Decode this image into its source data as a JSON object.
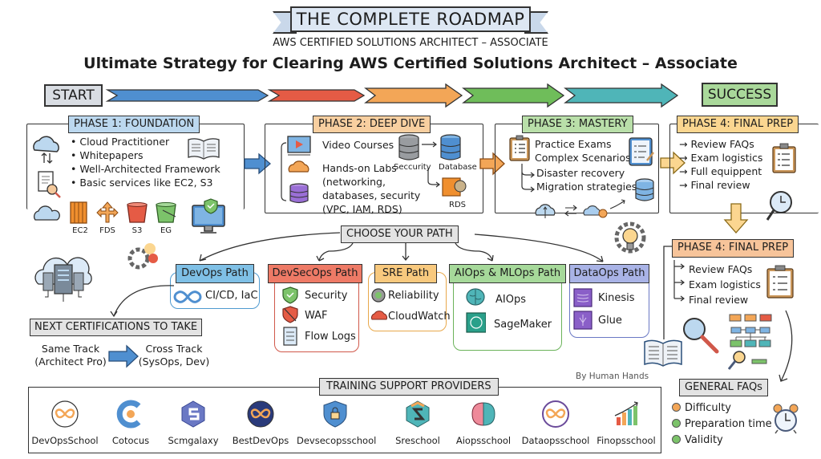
{
  "header": {
    "banner_title": "THE COMPLETE ROADMAP",
    "subtitle": "AWS CERTIFIED SOLUTIONS ARCHITECT – ASSOCIATE",
    "headline": "Ultimate Strategy for Clearing AWS Certified Solutions Architect – Associate"
  },
  "progress": {
    "start_label": "START",
    "success_label": "SUCCESS",
    "segments": [
      {
        "color": "#4f8fd0"
      },
      {
        "color": "#e55b45"
      },
      {
        "color": "#f3a657"
      },
      {
        "color": "#6fbd5a"
      },
      {
        "color": "#4fb5b8"
      }
    ]
  },
  "phase1": {
    "title": "PHASE 1: FOUNDATION",
    "color": "#bcd8ef",
    "items": [
      "• Cloud Practitioner",
      "• Whitepapers",
      "• Well-Architected Framework",
      "• Basic services like EC2, S3"
    ],
    "services": [
      "EC2",
      "FDS",
      "S3",
      "EG"
    ]
  },
  "phase2": {
    "title": "PHASE 2: DEEP DIVE",
    "color": "#f8cfa0",
    "items": [
      "Video Courses",
      "Hands-on Labs",
      "(networking,",
      "databases, security",
      "(VPC, IAM, RDS)"
    ],
    "db_labels": [
      "Seccurity",
      "Database",
      "RDS"
    ]
  },
  "phase3": {
    "title": "PHASE 3: MASTERY",
    "color": "#b9dfa9",
    "items": [
      "Practice Exams",
      "Complex Scenarios"
    ],
    "subitems": [
      "Disaster recovery",
      "Migration strategies"
    ]
  },
  "phase4": {
    "title": "PHASE 4: FINAL PREP",
    "color": "#fbd690",
    "items": [
      "→ Review FAQs",
      "→ Exam logistics",
      "→ Full equippent",
      "→ Final review"
    ]
  },
  "phase4b": {
    "title": "PHASE 4: FINAL PREP",
    "color": "#f7c49a",
    "items": [
      "Review FAQs",
      "Exam logistics",
      "Final review"
    ]
  },
  "choose": {
    "title": "CHOOSE YOUR PATH",
    "paths": [
      {
        "title": "DevOps Path",
        "color": "#7fc0e6",
        "border": "#4f9ad0",
        "items": [
          "CI/CD, IaC"
        ]
      },
      {
        "title": "DevSecOps Path",
        "color": "#ee7a66",
        "border": "#d0584a",
        "items": [
          "Security",
          "WAF",
          "Flow Logs"
        ]
      },
      {
        "title": "SRE Path",
        "color": "#f8c97e",
        "border": "#e8a84b",
        "items": [
          "Reliability",
          "CloudWatch"
        ]
      },
      {
        "title": "AIOps & MLOps Path",
        "color": "#a6d99a",
        "border": "#6bb35a",
        "items": [
          "AIOps",
          "SageMaker"
        ]
      },
      {
        "title": "DataOps Path",
        "color": "#a9b3e6",
        "border": "#6a78c4",
        "items": [
          "Kinesis",
          "Glue"
        ]
      }
    ]
  },
  "next_certs": {
    "title": "NEXT CERTIFICATIONS TO TAKE",
    "same_track": [
      "Same Track",
      "(Architect Pro)"
    ],
    "cross_track": [
      "Cross Track",
      "(SysOps, Dev)"
    ]
  },
  "providers": {
    "title": "TRAINING SUPPORT PROVIDERS",
    "credit": "By Human Hands",
    "items": [
      "DevOpsSchool",
      "Cotocus",
      "Scmgalaxy",
      "BestDevOps",
      "Devsecopsschool",
      "Sreschool",
      "Aiopsschool",
      "Dataopsschool",
      "Finopsschool"
    ]
  },
  "faqs": {
    "title": "GENERAL FAQs",
    "items": [
      {
        "label": "Difficulty",
        "color": "#f3a657"
      },
      {
        "label": "Preparation time",
        "color": "#7cc36a"
      },
      {
        "label": "Validity",
        "color": "#7cc36a"
      }
    ]
  }
}
